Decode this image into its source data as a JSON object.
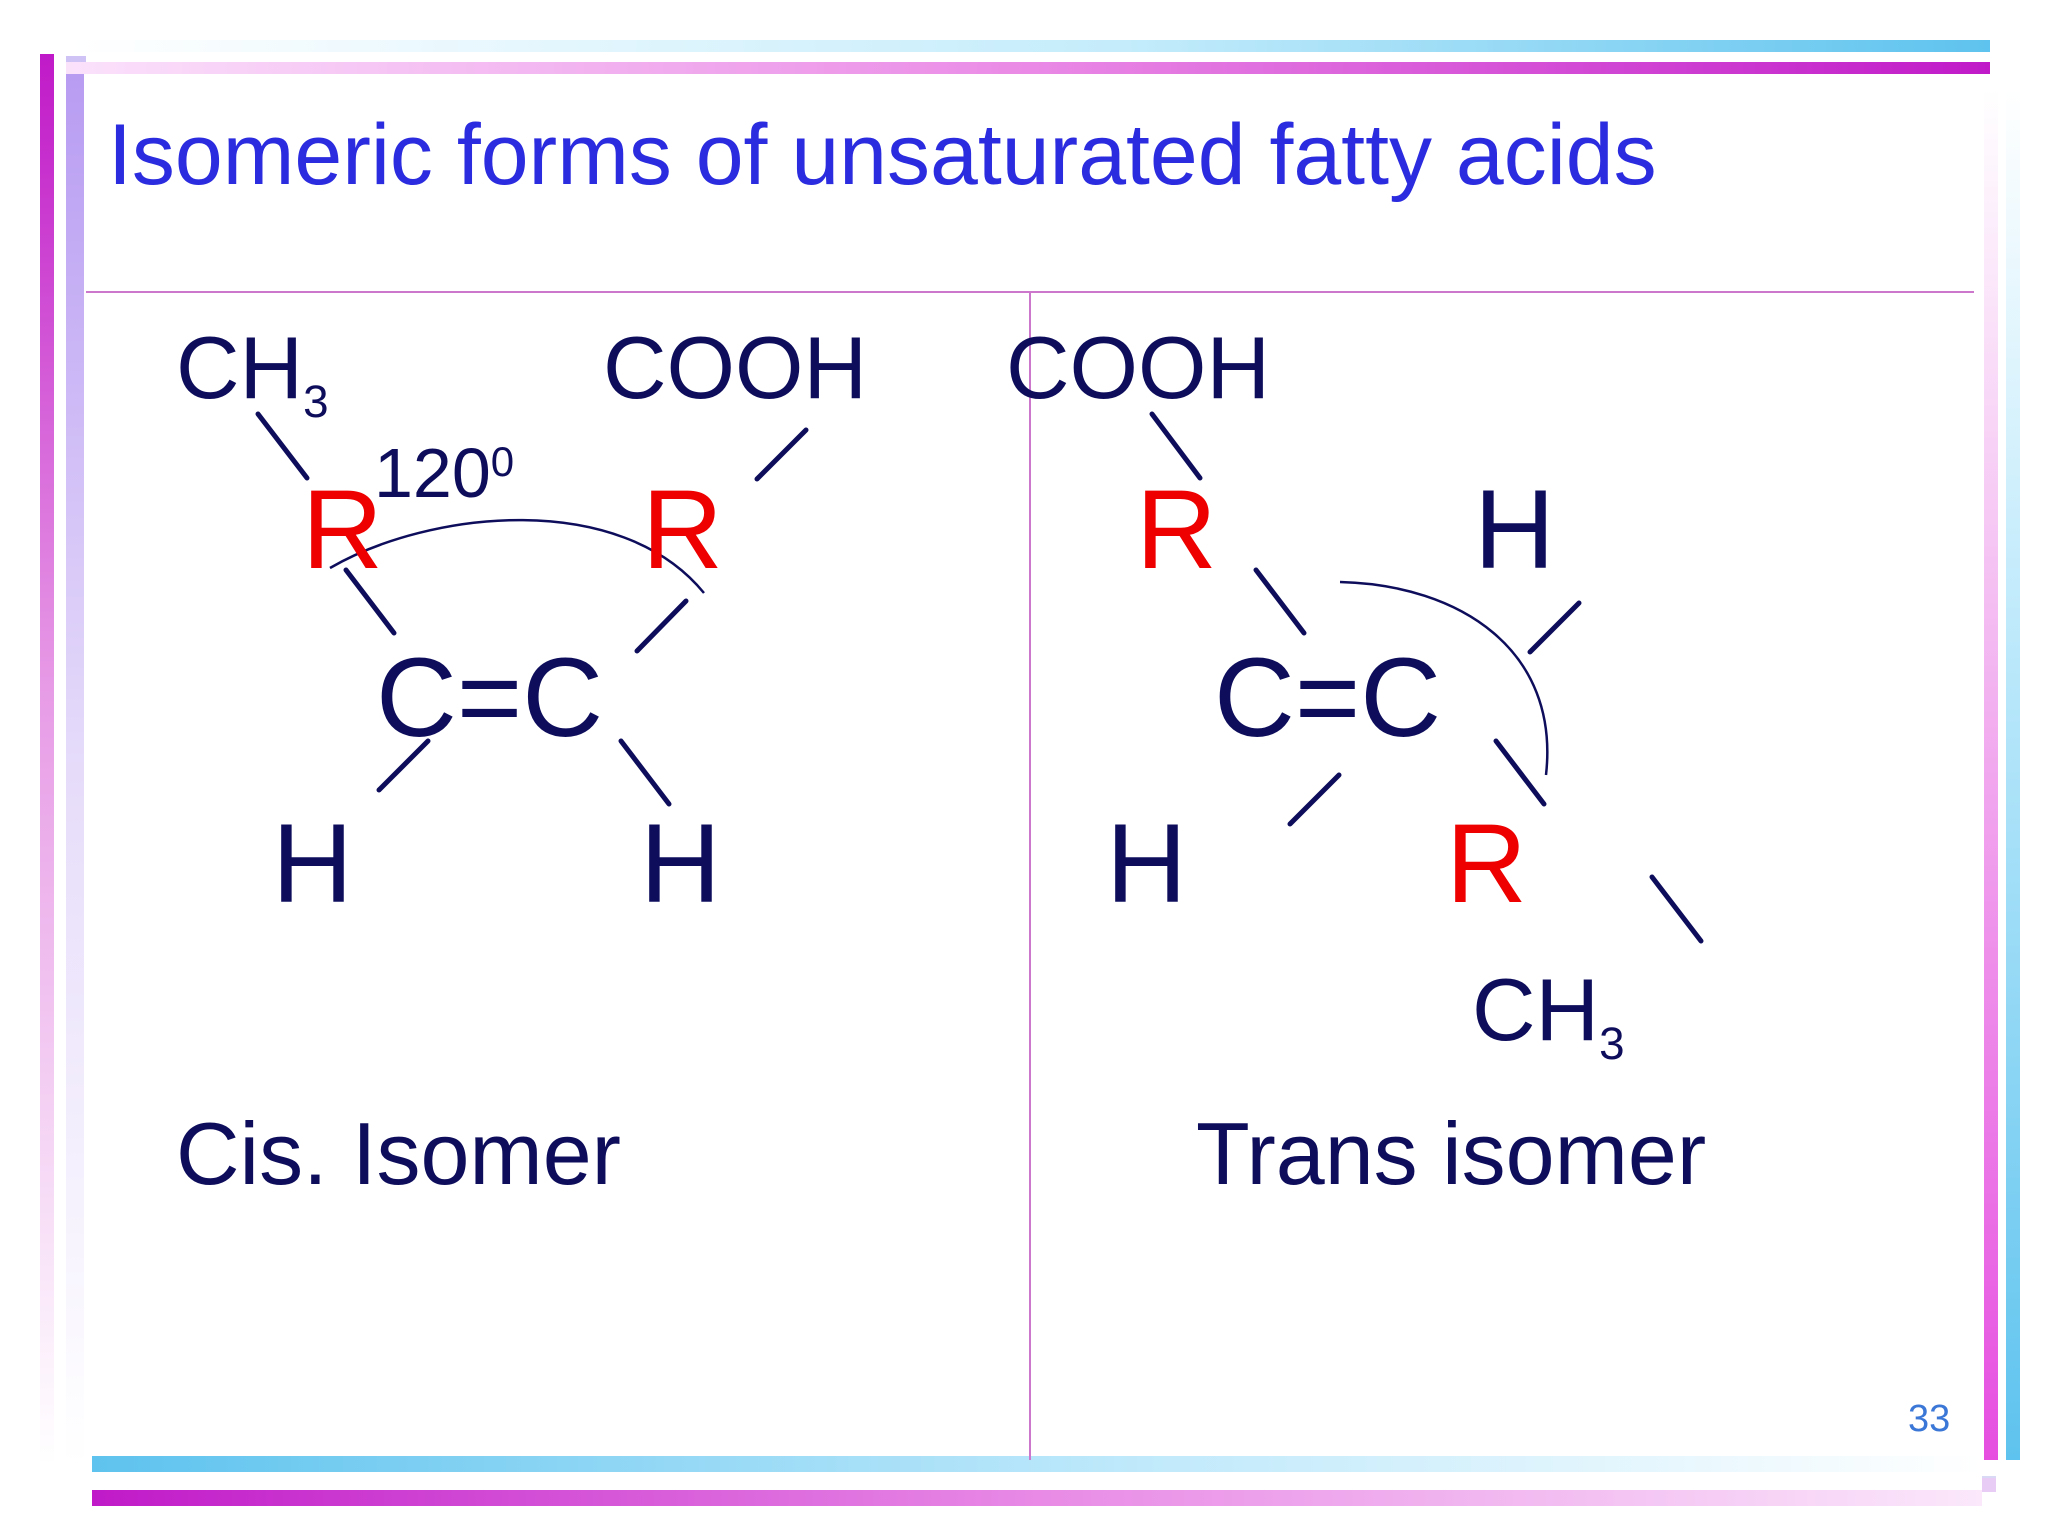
{
  "slide": {
    "title": "Isomeric forms of unsaturated fatty acids",
    "page_number": "33"
  },
  "cis": {
    "ch3_main": "CH",
    "ch3_sub": "3",
    "cooh": "COOH",
    "angle_main": "120",
    "angle_sup": "0",
    "r_left": "R",
    "r_right": "R",
    "double_bond": "C=C",
    "h_left": "H",
    "h_right": "H",
    "caption": "Cis. Isomer"
  },
  "trans": {
    "cooh": "COOH",
    "r_top": "R",
    "h_top": "H",
    "double_bond": "C=C",
    "h_bottom": "H",
    "r_bottom": "R",
    "ch3_main": "CH",
    "ch3_sub": "3",
    "caption": "Trans isomer"
  },
  "colors": {
    "title": "#2b2bdf",
    "text": "#0d0d5c",
    "r_group": "#ee0000",
    "magenta": "#c01ac8",
    "cyan": "#5ec3ee",
    "page_number": "#3b77d6"
  }
}
